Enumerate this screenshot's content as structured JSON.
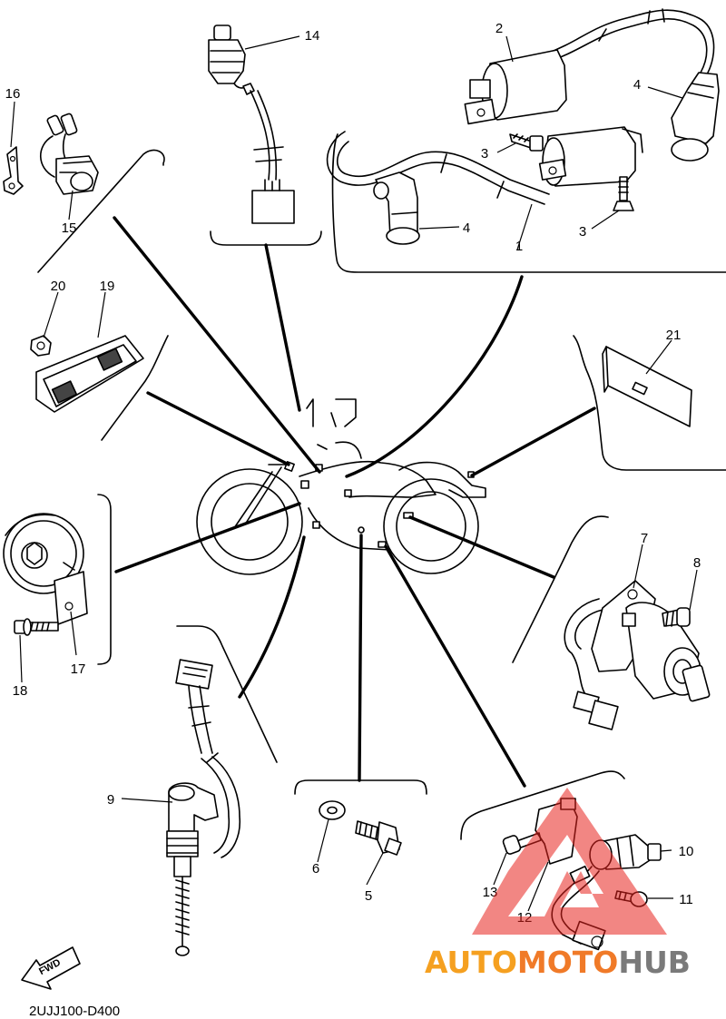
{
  "callouts": [
    "1",
    "2",
    "3",
    "3",
    "4",
    "4",
    "5",
    "6",
    "7",
    "8",
    "9",
    "10",
    "11",
    "12",
    "13",
    "14",
    "15",
    "16",
    "17",
    "18",
    "19",
    "20",
    "21"
  ],
  "arrow_label": "FWD",
  "drawing_code": "2UJJ100-D400",
  "watermark": {
    "part1": "AUTO",
    "part2": "MOTO",
    "part3": "HUB",
    "color_primary": "#f5a020",
    "color_secondary": "#f07a28",
    "color_tertiary": "#7a7a7a",
    "triangle_color": "#e8231e"
  }
}
